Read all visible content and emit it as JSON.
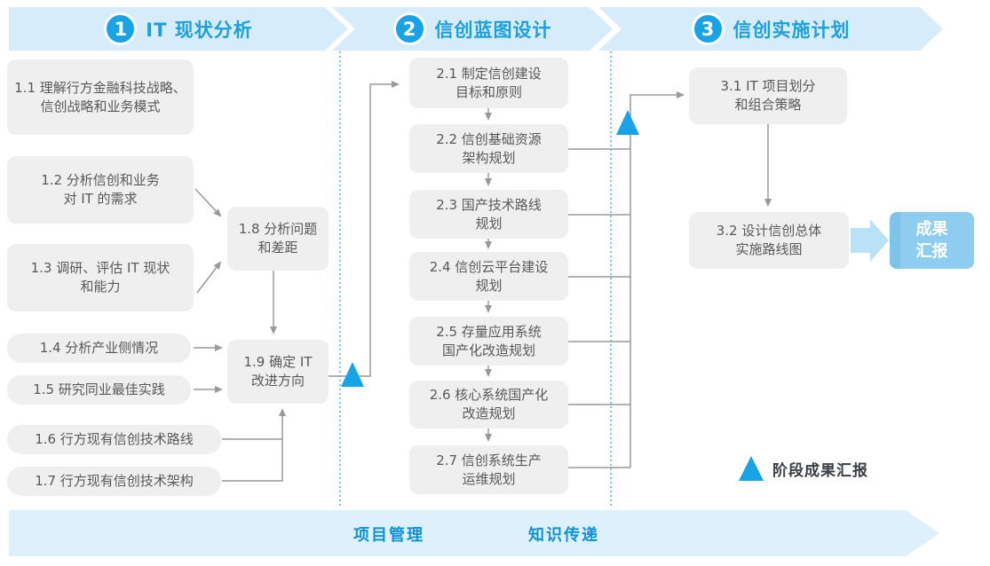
{
  "phases": [
    {
      "number": "1",
      "title": "IT 现状分析"
    },
    {
      "number": "2",
      "title": "信创蓝图设计"
    },
    {
      "number": "3",
      "title": "信创实施计划"
    }
  ],
  "steps": {
    "s11": "1.1 理解行方金融科技战略、\n信创战略和业务模式",
    "s12": "1.2 分析信创和业务\n对 IT 的需求",
    "s13": "1.3 调研、评估 IT 现状\n和能力",
    "s14": "1.4 分析产业侧情况",
    "s15": "1.5 研究同业最佳实践",
    "s16": "1.6 行方现有信创技术路线",
    "s17": "1.7 行方现有信创技术架构",
    "s18": "1.8 分析问题\n和差距",
    "s19": "1.9 确定 IT\n改进方向",
    "s21": "2.1 制定信创建设\n目标和原则",
    "s22": "2.2 信创基础资源\n架构规划",
    "s23": "2.3 国产技术路线\n规划",
    "s24": "2.4 信创云平台建设\n规划",
    "s25": "2.5 存量应用系统\n国产化改造规划",
    "s26": "2.6 核心系统国产化\n改造规划",
    "s27": "2.7 信创系统生产\n运维规划",
    "s31": "3.1 IT 项目划分\n和组合策略",
    "s32": "3.2 设计信创总体\n实施路线图"
  },
  "result_box": "成果\n汇报",
  "legend": {
    "label": "阶段成果汇报"
  },
  "bottom_band": {
    "left_label": "项目管理",
    "right_label": "知识传递"
  },
  "colors": {
    "band_bg": "#d7ecfa",
    "accent_blue": "#18a3e6",
    "header_text": "#1ba0dc",
    "step_box_bg": "#efefef",
    "step_box_text": "#58595b",
    "connector_gray": "#999999",
    "divider_dash_blue": "#45b5e9",
    "result_box_bg": "#8fcdf0",
    "result_arrow_blue": "#b9e2f7",
    "bottom_band_bg": "#def0fb",
    "bottom_band_text": "#0f93d5"
  }
}
